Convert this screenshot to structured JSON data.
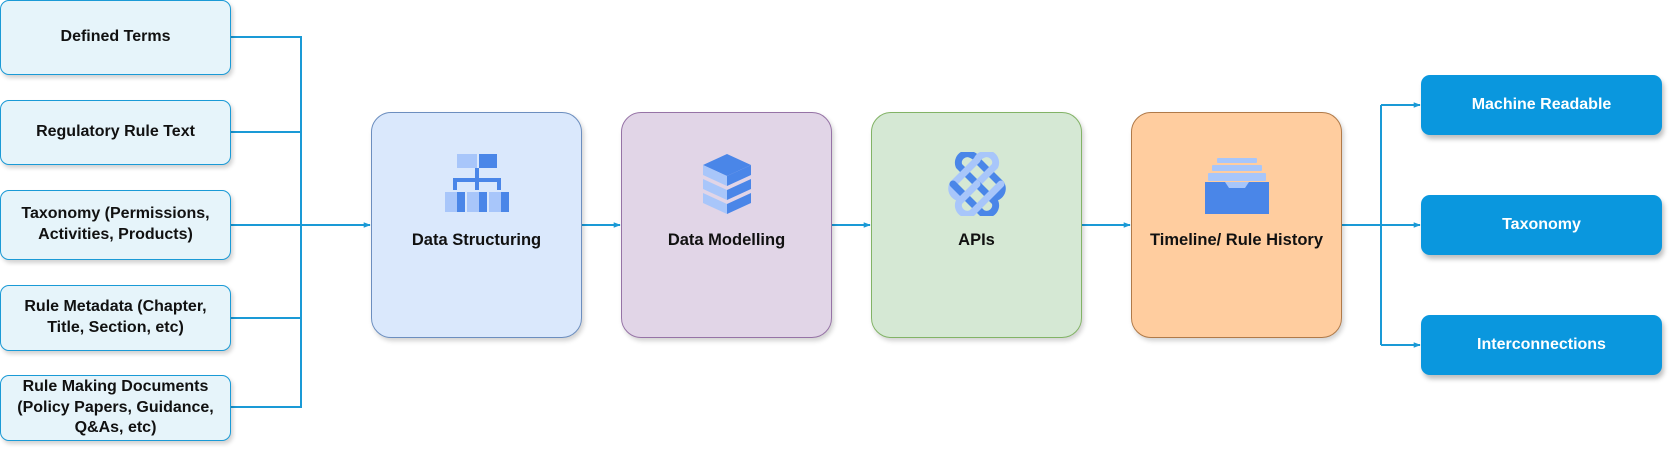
{
  "inputs": [
    {
      "label": "Defined Terms"
    },
    {
      "label": "Regulatory Rule Text"
    },
    {
      "label": "Taxonomy (Permissions, Activities, Products)"
    },
    {
      "label": "Rule Metadata (Chapter, Title, Section, etc)"
    },
    {
      "label": "Rule Making Documents (Policy Papers, Guidance, Q&As, etc)"
    }
  ],
  "stages": [
    {
      "label": "Data Structuring",
      "icon": "hierarchy-icon",
      "fill": "#dae8fc",
      "stroke": "#6c8ebf"
    },
    {
      "label": "Data Modelling",
      "icon": "layers-icon",
      "fill": "#e1d5e7",
      "stroke": "#9673a6"
    },
    {
      "label": "APIs",
      "icon": "api-icon",
      "fill": "#d5e8d4",
      "stroke": "#82b366"
    },
    {
      "label": "Timeline/ Rule History",
      "icon": "archive-drawer-icon",
      "fill": "#ffcd9f",
      "stroke": "#b07a49"
    }
  ],
  "outputs": [
    {
      "label": "Machine Readable"
    },
    {
      "label": "Taxonomy"
    },
    {
      "label": "Interconnections"
    }
  ],
  "colors": {
    "connector": "#1a9ad6",
    "output_fill": "#0a97de",
    "input_fill": "#e6f4fa",
    "icon_primary": "#4a86e8",
    "icon_light": "#a8c6fa"
  }
}
